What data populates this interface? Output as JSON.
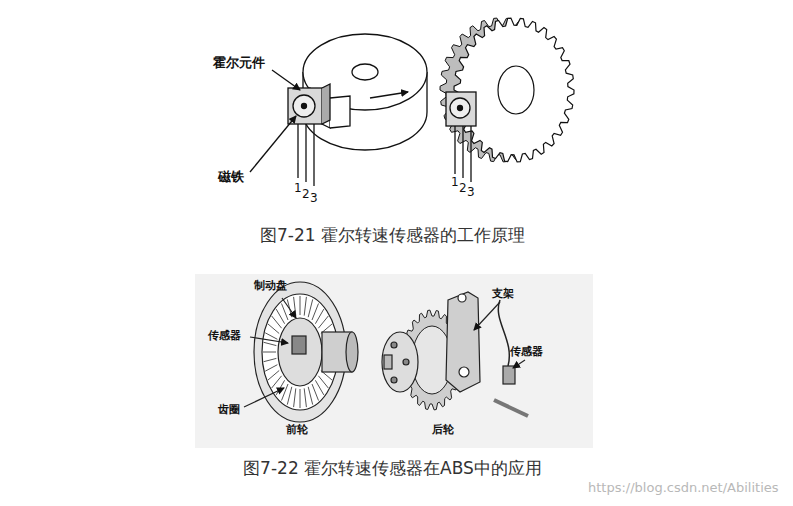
{
  "diagram": {
    "labels": [
      "霍尔元件",
      "磁铁",
      "1",
      "2",
      "3",
      "1",
      "2",
      "3",
      "图7-21 霍尔转速传感器的工作原理",
      "制动盘",
      "传感器",
      "齿圈",
      "前轮",
      "支架",
      "传感器",
      "后轮",
      "图7-22 霍尔转速传感器在ABS中的应用",
      "https://blog.csdn.net/Abilities"
    ]
  }
}
